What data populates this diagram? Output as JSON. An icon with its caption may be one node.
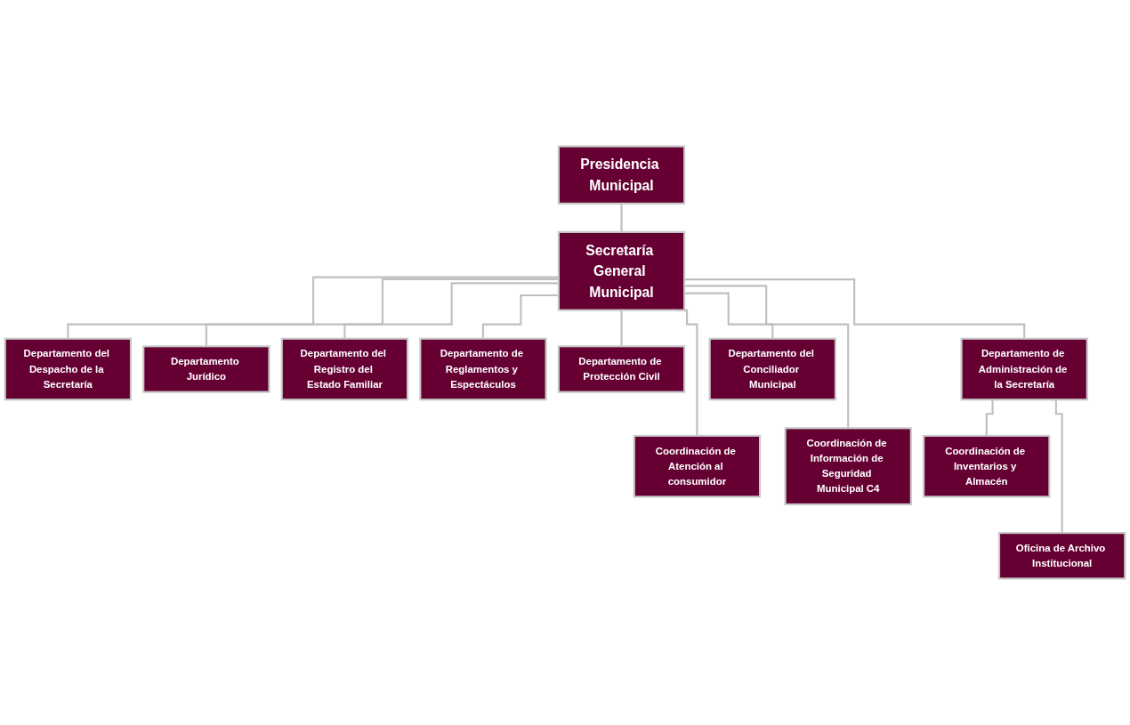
{
  "diagram": {
    "nodes": [
      {
        "text": [
          "Presidencia Municipal"
        ]
      },
      {
        "text": [
          "Secretaría General Municipal"
        ]
      },
      {
        "text": [
          "Departamento del Despacho de la Secretaría"
        ]
      },
      {
        "text": [
          "Coordinación de Atención al consumidor"
        ]
      },
      {
        "text": [
          "Departamento Jurídico"
        ]
      },
      {
        "text": [
          "Departamento del Registro del Estado Familiar"
        ]
      },
      {
        "text": [
          "Coordinación de Información de Seguridad Municipal C4"
        ]
      },
      {
        "text": [
          "Departamento de Reglamentos y Espectáculos"
        ]
      },
      {
        "text": [
          "Departamento de Protección Civil"
        ]
      },
      {
        "text": [
          "Departamento de Administración de la Secretaría"
        ]
      },
      {
        "text": [
          "Coordinación de Inventarios y Almacén"
        ]
      },
      {
        "text": [
          "Oficina de Archivo Institucional"
        ]
      },
      {
        "text": [
          "Departamento del Conciliador Municipal"
        ]
      }
    ],
    "edges": [
      {
        "from": 0,
        "to": 1,
        "arrow": "none"
      },
      {
        "from": 1,
        "to": 2,
        "arrow": "none"
      },
      {
        "from": 1,
        "to": 3,
        "arrow": "none"
      },
      {
        "from": 1,
        "to": 4,
        "arrow": "none"
      },
      {
        "from": 1,
        "to": 5,
        "arrow": "none"
      },
      {
        "from": 1,
        "to": 6,
        "arrow": "none"
      },
      {
        "from": 1,
        "to": 7,
        "arrow": "none"
      },
      {
        "from": 1,
        "to": 8,
        "arrow": "none"
      },
      {
        "from": 1,
        "to": 9,
        "arrow": "none"
      },
      {
        "from": 1,
        "to": 12,
        "arrow": "none"
      },
      {
        "from": 9,
        "to": 10,
        "arrow": "none"
      },
      {
        "from": 9,
        "to": 11,
        "arrow": "none"
      }
    ]
  }
}
